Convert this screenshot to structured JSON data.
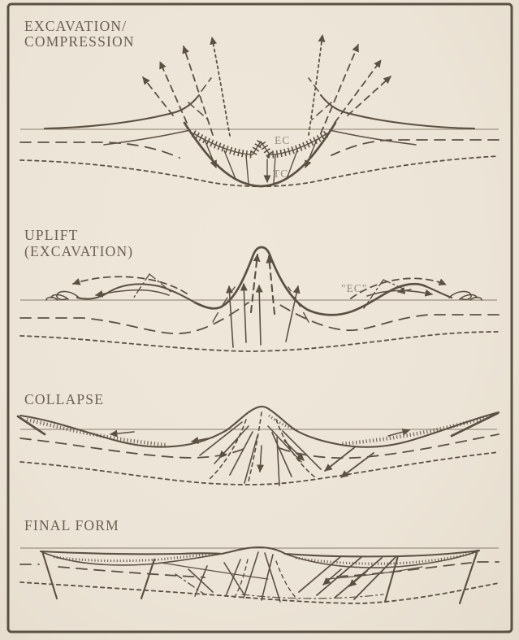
{
  "colors": {
    "paper": "#ece4d6",
    "ink": "#5b5143",
    "frame": "#4f463a",
    "title_text": "#6a6052",
    "label_text": "#948b7d"
  },
  "panels": [
    {
      "title_line1": "EXCAVATION/",
      "title_line2": "COMPRESSION",
      "labels": {
        "ec": "EC",
        "tc": "TC"
      }
    },
    {
      "title_line1": "UPLIFT",
      "title_line2": "(EXCAVATION)",
      "labels": {
        "ec": "\"EC\""
      }
    },
    {
      "title_line1": "COLLAPSE"
    },
    {
      "title_line1": "FINAL FORM"
    }
  ]
}
